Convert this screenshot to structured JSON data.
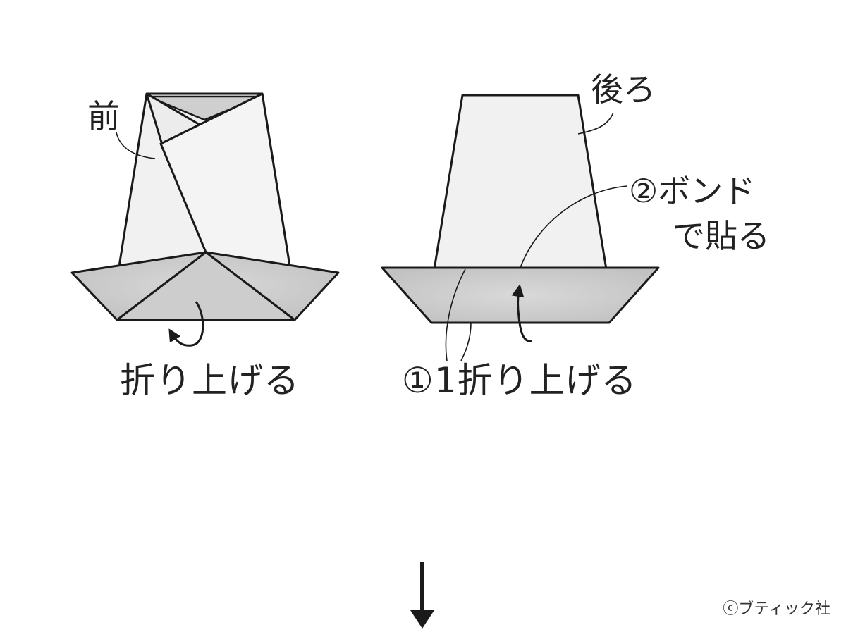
{
  "left_figure": {
    "label_front": "前",
    "label_fold_up": "折り上げる"
  },
  "right_figure": {
    "label_back": "後ろ",
    "label_bond_line1": "②ボンド",
    "label_bond_line2": "で貼る",
    "label_fold_up": "①1折り上げる"
  },
  "footer": {
    "copyright": "ⓒブティック社"
  },
  "colors": {
    "stroke": "#1a1a1a",
    "paper": "#f1f1f1",
    "brim": "#cfcfcf",
    "brim_shadow": "#bdbdbd"
  }
}
